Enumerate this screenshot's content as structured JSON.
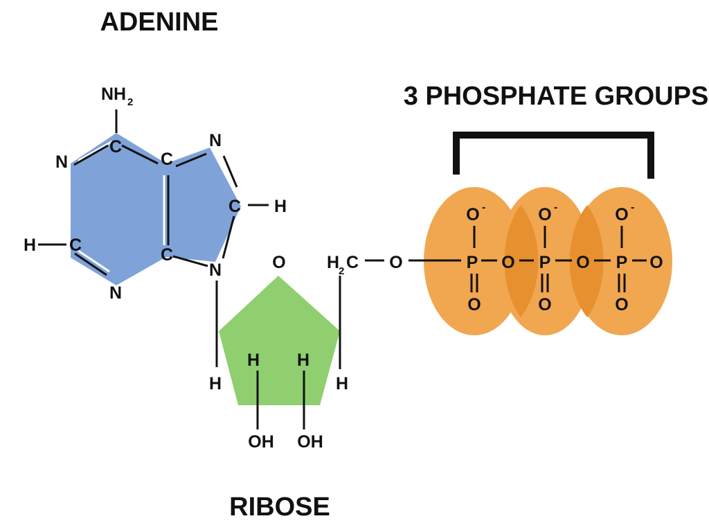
{
  "labels": {
    "adenine": "ADENINE",
    "phosphates": "3 PHOSPHATE GROUPS",
    "ribose": "RIBOSE"
  },
  "atoms": {
    "nh": "NH",
    "nh_sub": "2",
    "c": "C",
    "n": "N",
    "h": "H",
    "o": "O",
    "p": "P",
    "oh": "OH",
    "h2c_h": "H",
    "h2c_sub": "2",
    "h2c_c": "C",
    "minus": "-"
  },
  "colors": {
    "adenine_fill": "#7fa3d8",
    "ribose_fill": "#8fcf6f",
    "phosphate_fill": "#f1a650",
    "phosphate_overlap": "#e6902f",
    "ink": "#111111"
  }
}
